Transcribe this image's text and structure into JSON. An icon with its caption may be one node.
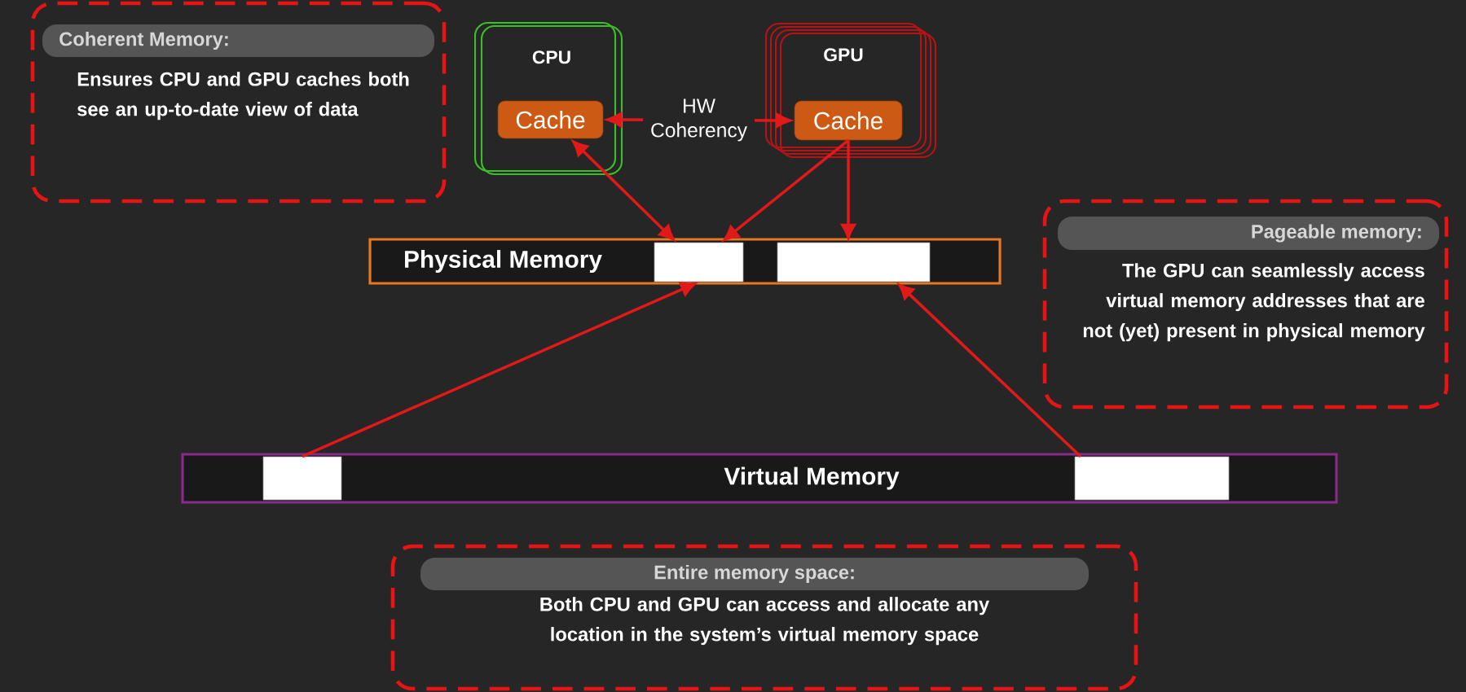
{
  "diagram": {
    "nodes": [
      {
        "text": [
          "Coherent Memory:",
          "Ensures CPU and GPU caches both see an up-to-date view of data"
        ]
      },
      {
        "text": [
          "CPU"
        ]
      },
      {
        "text": [
          "Cache"
        ],
        "in": 1
      },
      {
        "text": [
          "GPU"
        ]
      },
      {
        "text": [
          "Cache"
        ],
        "in": 3
      },
      {
        "text": [
          "Physical Memory"
        ]
      },
      {
        "text": [],
        "shape": "box",
        "in": 5
      },
      {
        "text": [],
        "shape": "box",
        "in": 5
      },
      {
        "text": [
          "Pageable memory:",
          "The GPU can seamlessly access virtual memory addresses that are not (yet) present in physical memory"
        ]
      },
      {
        "text": [
          "Virtual Memory"
        ]
      },
      {
        "text": [],
        "shape": "box",
        "in": 9
      },
      {
        "text": [],
        "shape": "box",
        "in": 9
      },
      {
        "text": [
          "Entire memory space:",
          "Both CPU and GPU can access and allocate any location in the system’s virtual memory space"
        ]
      }
    ],
    "edges": [
      {
        "from": 2,
        "to": 4,
        "arrow": "both",
        "label": "HW Coherency"
      },
      {
        "from": 2,
        "to": 6,
        "arrow": "both"
      },
      {
        "from": 4,
        "to": 6,
        "arrow": "to"
      },
      {
        "from": 4,
        "to": 7,
        "arrow": "to"
      },
      {
        "from": 10,
        "to": 6,
        "arrow": "to"
      },
      {
        "from": 11,
        "to": 7,
        "arrow": "to"
      }
    ]
  }
}
